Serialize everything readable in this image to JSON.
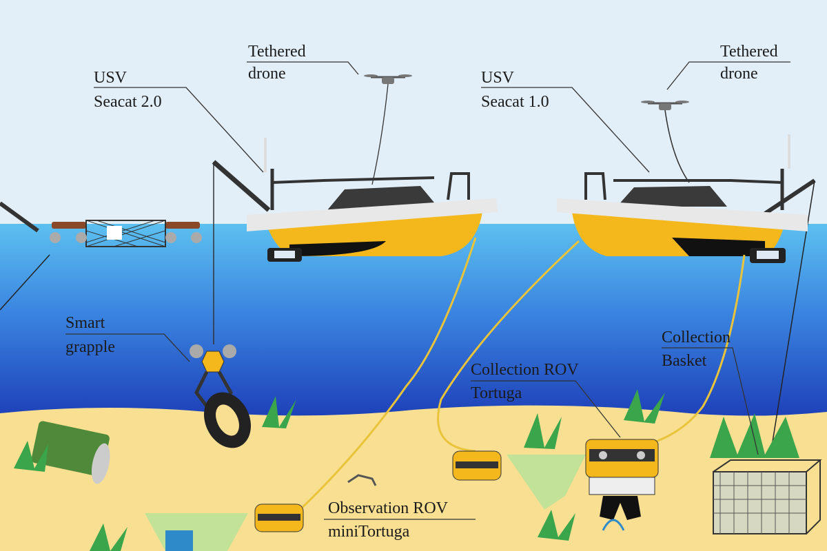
{
  "labels": {
    "drone_left": [
      "Tethered",
      "drone"
    ],
    "usv_left": [
      "USV",
      "Seacat 2.0"
    ],
    "drone_right": [
      "Tethered",
      "drone"
    ],
    "usv_right": [
      "USV",
      "Seacat 1.0"
    ],
    "grapple": [
      "Smart",
      "grapple"
    ],
    "collection_rov": [
      "Collection ROV",
      "Tortuga"
    ],
    "basket": [
      "Collection",
      "Basket"
    ],
    "observation_rov": [
      "Observation ROV",
      "miniTortuga"
    ]
  },
  "colors": {
    "sky": "#e2eff9",
    "water_top": "#5cc0f0",
    "water_bottom": "#1c3cb6",
    "sand": "#f8df92",
    "hull_yellow": "#f5b81c",
    "tether": "#e9c43a"
  }
}
